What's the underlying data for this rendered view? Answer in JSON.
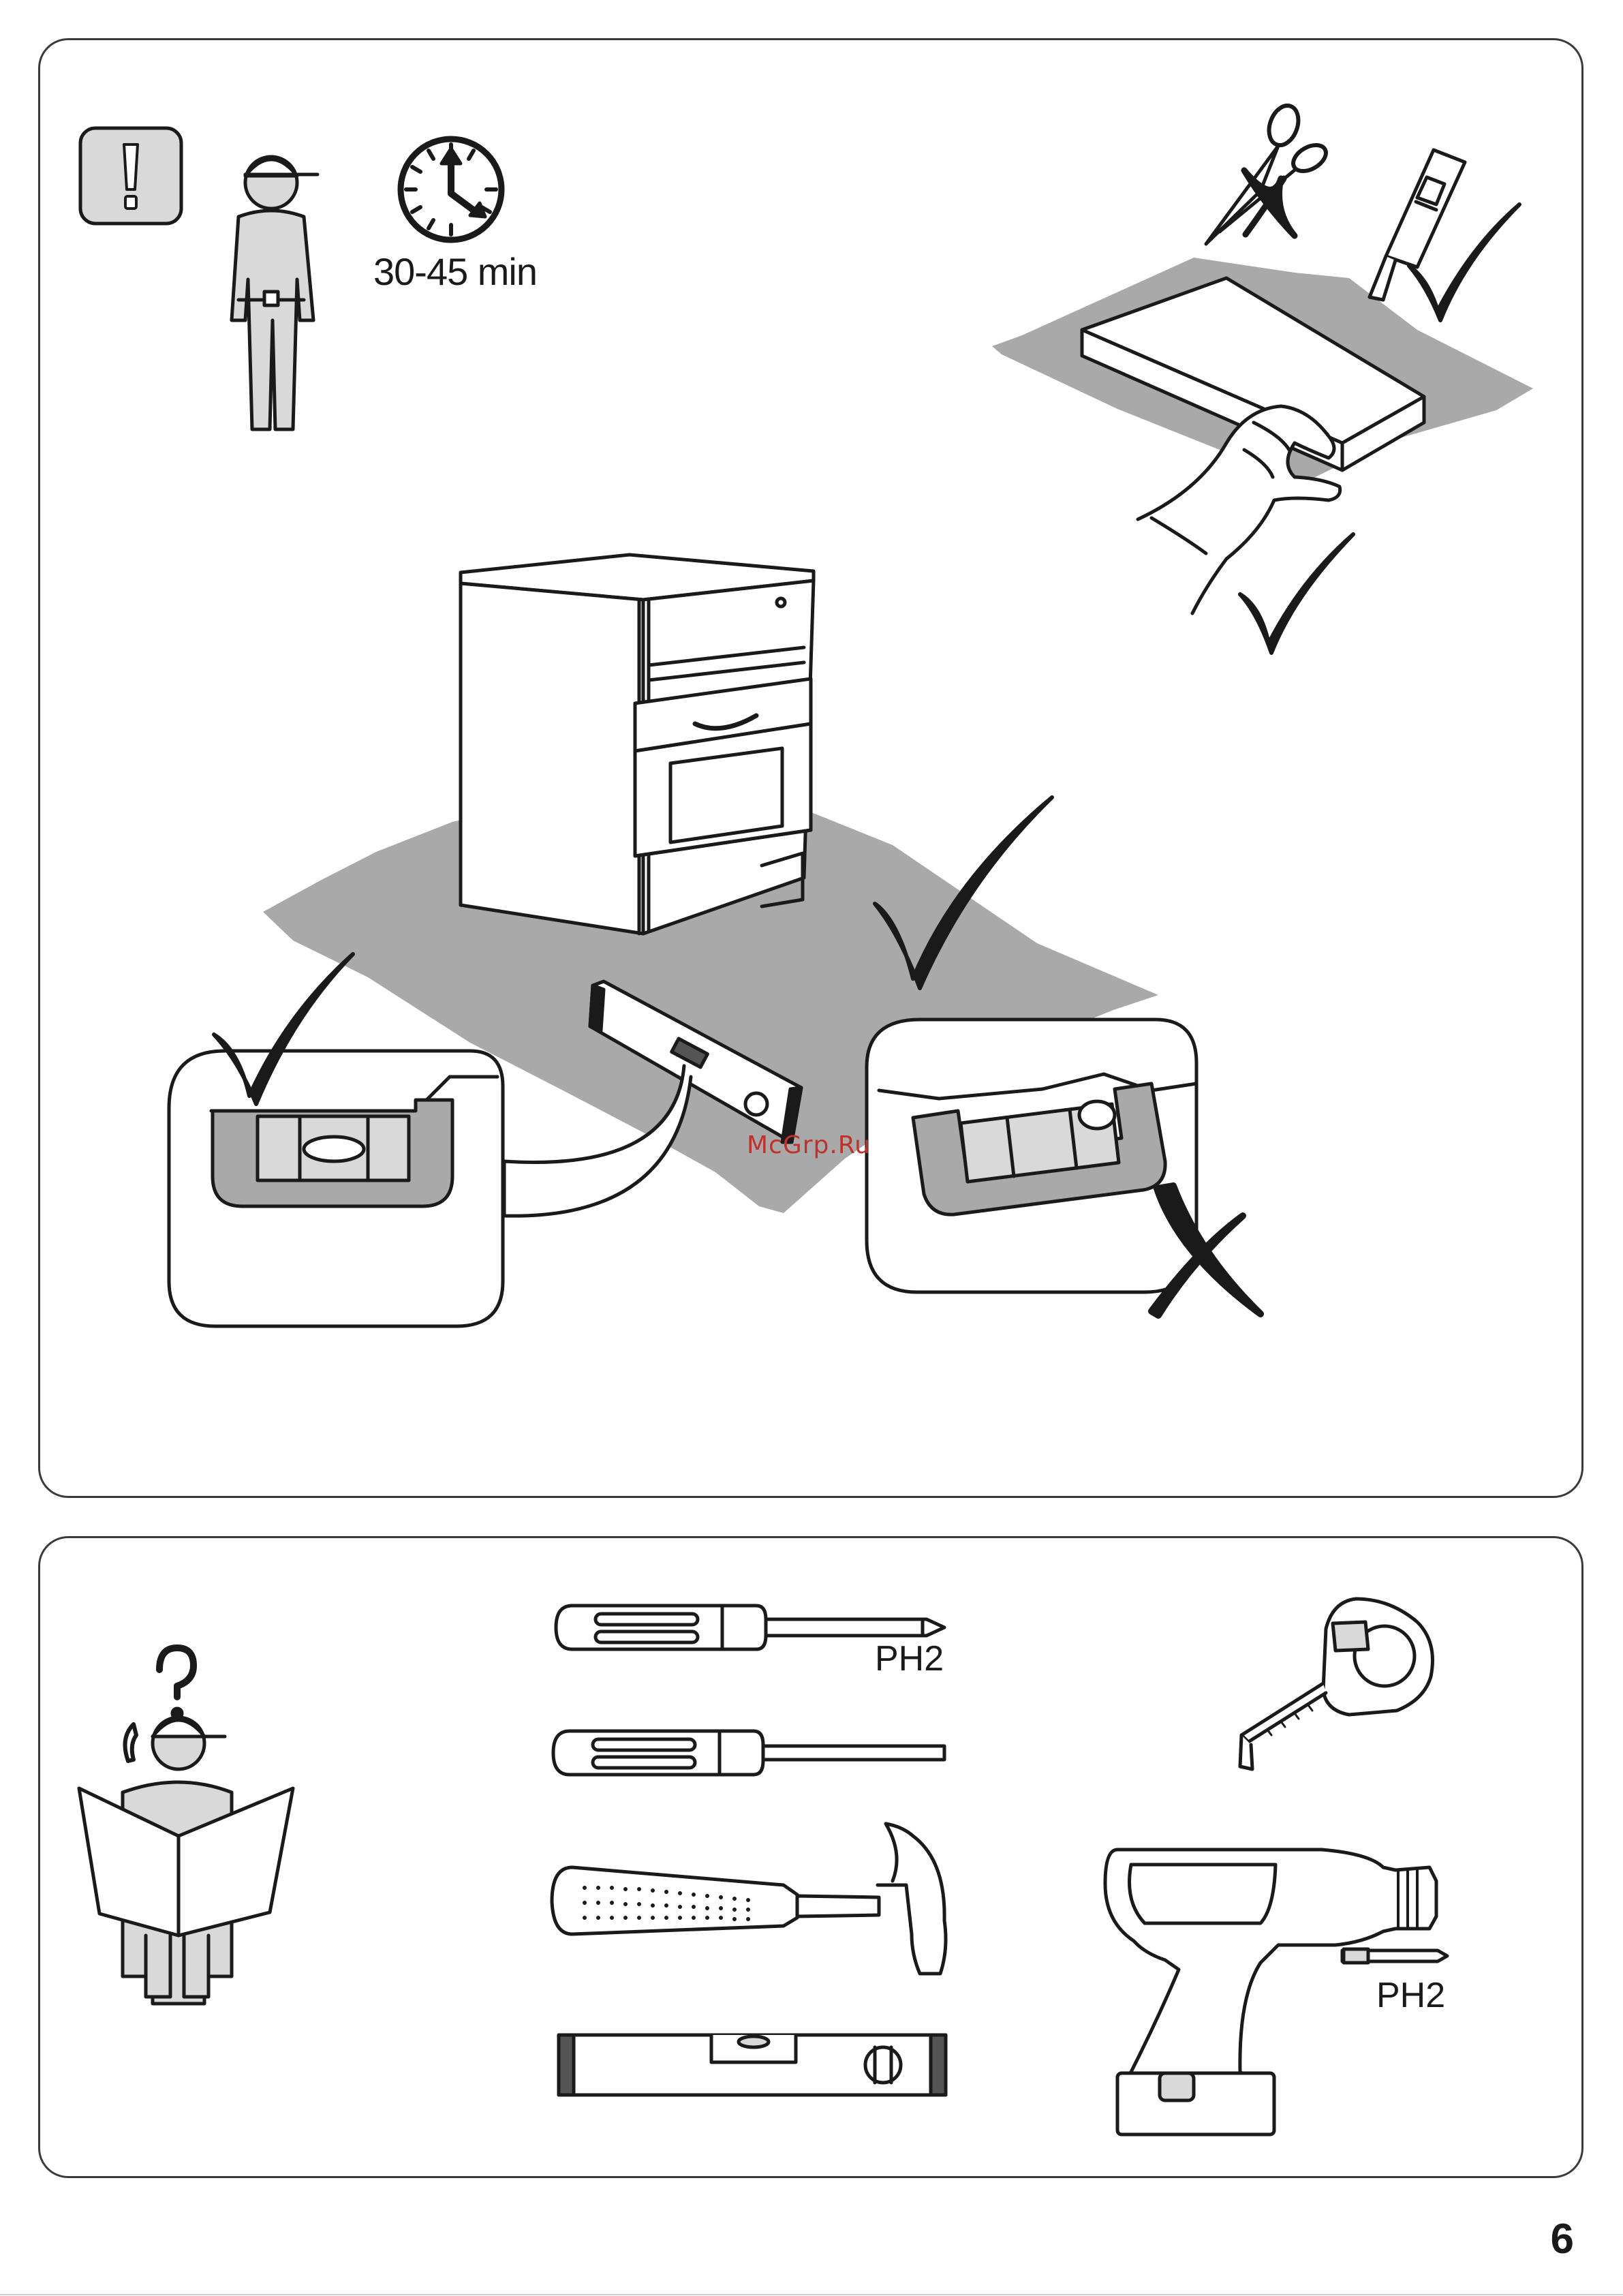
{
  "instructions": {
    "assembly_time": "30-45 min",
    "screwdriver_bit": "PH2",
    "drill_bit": "PH2"
  },
  "watermark": "McGrp.Ru",
  "page_number": "6",
  "colors": {
    "line": "#1a1a1a",
    "mat_gray": "#a9a9a9",
    "light_gray": "#d9d9d9",
    "watermark": "#c0312b"
  },
  "icons": [
    "warning-icon",
    "person-icon",
    "clock-icon",
    "scissors-icon",
    "utility-knife-icon",
    "check-icon",
    "cross-icon",
    "level-icon",
    "phone-icon",
    "question-icon",
    "screwdriver-icon",
    "hammer-icon",
    "tape-measure-icon",
    "drill-icon"
  ]
}
